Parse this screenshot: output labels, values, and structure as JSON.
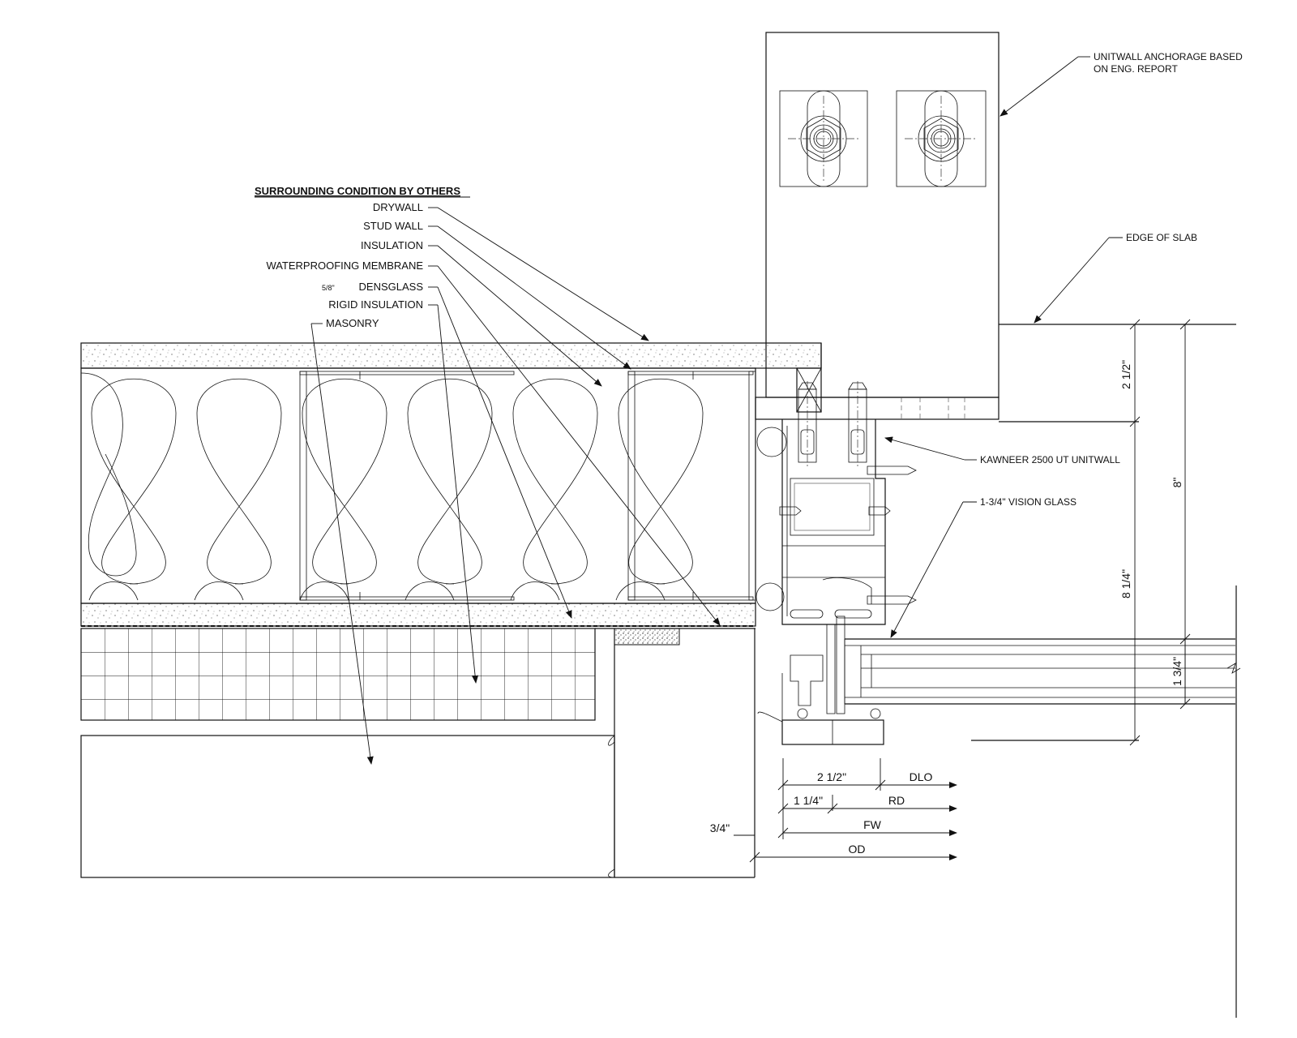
{
  "header": {
    "title": "SURROUNDING CONDITION BY OTHERS"
  },
  "left_labels": [
    {
      "id": "drywall",
      "text": "DRYWALL"
    },
    {
      "id": "stud-wall",
      "text": "STUD WALL"
    },
    {
      "id": "insulation",
      "text": "INSULATION"
    },
    {
      "id": "waterproofing",
      "text": "WATERPROOFING MEMBRANE"
    },
    {
      "id": "densglass",
      "text": "DENSGLASS",
      "fraction": "5/8\""
    },
    {
      "id": "rigid-insulation",
      "text": "RIGID INSULATION"
    },
    {
      "id": "masonry",
      "text": "MASONRY"
    }
  ],
  "right_labels": {
    "anchorage_line1": "UNITWALL ANCHORAGE BASED",
    "anchorage_line2": "ON ENG. REPORT",
    "edge_of_slab": "EDGE OF SLAB",
    "kawneer": "KAWNEER 2500 UT UNITWALL",
    "vision_glass": "1-3/4\" VISION GLASS"
  },
  "dimensions": {
    "top_offset": "2 1/2\"",
    "overall": "8\"",
    "frame_depth": "8 1/4\"",
    "glass_thickness": "1 3/4\"",
    "sightline": "2 1/2\"",
    "dlo": "DLO",
    "bite": "1 1/4\"",
    "rd": "RD",
    "fw": "FW",
    "od": "OD",
    "gap": "3/4\""
  }
}
